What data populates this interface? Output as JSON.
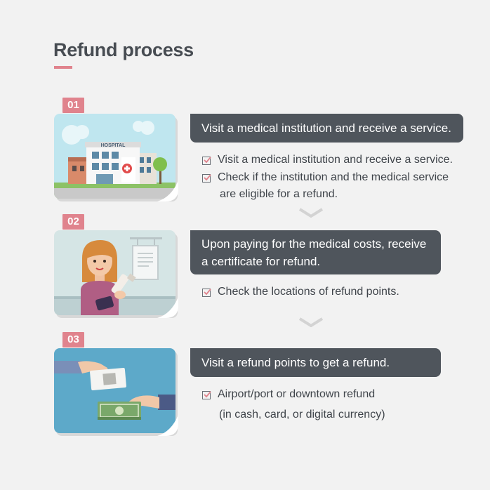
{
  "page": {
    "title": "Refund process",
    "accent_color": "#e0838d",
    "banner_color": "#4f555c"
  },
  "steps": [
    {
      "number": "01",
      "banner_line1": "Visit a medical institution and receive a service.",
      "checks": [
        {
          "text": "Visit a medical institution and receive a service."
        },
        {
          "text": "Check if the institution and the medical service",
          "continuation": "are eligible for a refund."
        }
      ],
      "illustration": "hospital-illustration",
      "illustration_label": "HOSPITAL"
    },
    {
      "number": "02",
      "banner_line1": "Upon paying for the medical costs, receive",
      "banner_line2": "a certificate for refund.",
      "checks": [
        {
          "text": "Check the locations of refund points."
        }
      ],
      "illustration": "pharmacist-illustration"
    },
    {
      "number": "03",
      "banner_line1": "Visit a refund points to get a refund.",
      "checks": [
        {
          "text": "Airport/port or downtown refund",
          "continuation": "(in cash, card, or digital currency)"
        }
      ],
      "illustration": "cash-exchange-illustration"
    }
  ]
}
